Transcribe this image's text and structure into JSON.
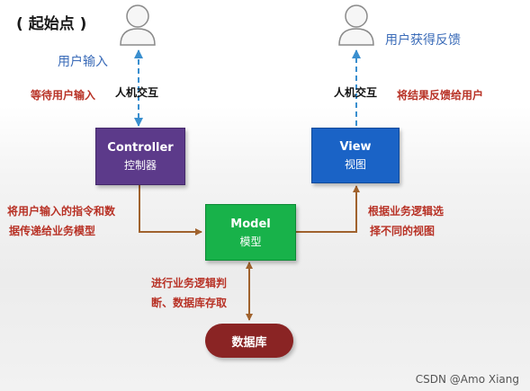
{
  "start_label": "( 起始点 )",
  "user_left": {
    "title": "用户输入",
    "note": "等待用户输入",
    "interaction": "人机交互"
  },
  "user_right": {
    "title": "用户获得反馈",
    "note": "将结果反馈给用户",
    "interaction": "人机交互"
  },
  "controller": {
    "title": "Controller",
    "subtitle": "控制器"
  },
  "model": {
    "title": "Model",
    "subtitle": "模型"
  },
  "view": {
    "title": "View",
    "subtitle": "视图"
  },
  "database": {
    "label": "数据库"
  },
  "notes": {
    "controller_to_model_1": "将用户输入的指令和数",
    "controller_to_model_2": "据传递给业务模型",
    "model_to_view_1": "根据业务逻辑选",
    "model_to_view_2": "择不同的视图",
    "model_to_db_1": "进行业务逻辑判",
    "model_to_db_2": "断、数据库存取"
  },
  "watermark": "CSDN @Amo Xiang",
  "colors": {
    "controller": "#5c3a8a",
    "model": "#18b24a",
    "view": "#1a63c6",
    "database": "#8a2424",
    "arrow_brown": "#a0622d",
    "arrow_blue": "#3a8fcf"
  }
}
